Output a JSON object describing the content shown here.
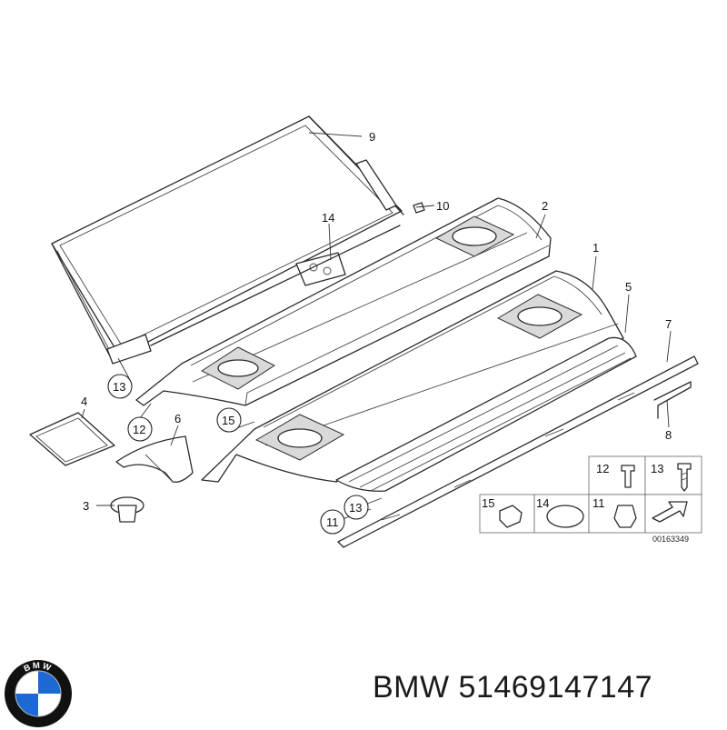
{
  "callouts": {
    "c1": "1",
    "c2": "2",
    "c3": "3",
    "c4": "4",
    "c5": "5",
    "c6": "6",
    "c7": "7",
    "c8": "8",
    "c9": "9",
    "c10": "10",
    "c11": "11",
    "c12": "12",
    "c13a": "13",
    "c13b": "13",
    "c14": "14",
    "c15": "15"
  },
  "legend": {
    "c12": "12",
    "c13": "13",
    "c15": "15",
    "c14": "14",
    "c11": "11"
  },
  "drawing_number": "00163349",
  "footer": {
    "brand": "BMW",
    "part_number": "51469147147",
    "text": "BMW 51469147147"
  },
  "logo": {
    "letters": "BMW",
    "colors": {
      "blue": "#1c69d4",
      "ring": "#111111",
      "white": "#ffffff"
    }
  }
}
